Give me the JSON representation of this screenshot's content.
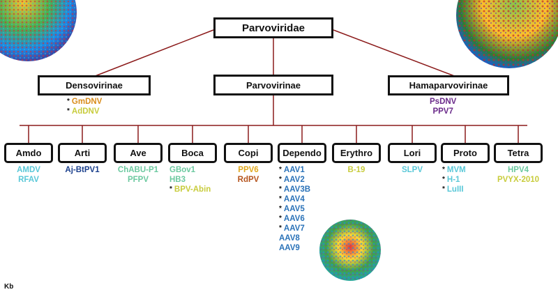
{
  "root": "Parvoviridae",
  "subfamilies": [
    "Densovirinae",
    "Parvovirinae",
    "Hamaparvovirinae"
  ],
  "densovirinae_members": [
    {
      "name": "GmDNV",
      "star": true,
      "color": "#d98c1a"
    },
    {
      "name": "AdDNV",
      "star": true,
      "color": "#c8cc3c"
    }
  ],
  "hamaparvovirinae_members": [
    {
      "name": "PsDNV",
      "star": false,
      "color": "#6a2a8a"
    },
    {
      "name": "PPV7",
      "star": false,
      "color": "#6a2a8a"
    }
  ],
  "genera": [
    {
      "label": "Amdo",
      "members": [
        {
          "name": "AMDV",
          "color": "#5ac8d8"
        },
        {
          "name": "RFAV",
          "color": "#5ac8d8"
        }
      ]
    },
    {
      "label": "Arti",
      "members": [
        {
          "name": "Aj-BtPV1",
          "color": "#1a3f8c"
        }
      ]
    },
    {
      "label": "Ave",
      "members": [
        {
          "name": "ChABU-P1",
          "color": "#6cc9a0"
        },
        {
          "name": "PFPV",
          "color": "#6cc9a0"
        }
      ]
    },
    {
      "label": "Boca",
      "members": [
        {
          "name": "GBov1",
          "color": "#6cc9a0"
        },
        {
          "name": "HB3",
          "color": "#6cc9a0"
        },
        {
          "name": "BPV-Abin",
          "star": true,
          "color": "#c8cc3c"
        }
      ]
    },
    {
      "label": "Copi",
      "members": [
        {
          "name": "PPV6",
          "color": "#e0a81e"
        },
        {
          "name": "RdPV",
          "color": "#b5541e"
        }
      ]
    },
    {
      "label": "Dependo",
      "members": [
        {
          "name": "AAV1",
          "star": true,
          "color": "#2a72b8"
        },
        {
          "name": "AAV2",
          "star": true,
          "color": "#2a72b8"
        },
        {
          "name": "AAV3B",
          "star": true,
          "color": "#2a72b8"
        },
        {
          "name": "AAV4",
          "star": true,
          "color": "#2a72b8"
        },
        {
          "name": "AAV5",
          "star": true,
          "color": "#2a72b8"
        },
        {
          "name": "AAV6",
          "star": true,
          "color": "#2a72b8"
        },
        {
          "name": "AAV7",
          "star": true,
          "color": "#2a72b8"
        },
        {
          "name": "AAV8",
          "star": false,
          "color": "#2a72b8"
        },
        {
          "name": "AAV9",
          "star": false,
          "color": "#2a72b8"
        }
      ]
    },
    {
      "label": "Erythro",
      "members": [
        {
          "name": "B-19",
          "color": "#c8cc3c"
        }
      ]
    },
    {
      "label": "Lori",
      "members": [
        {
          "name": "SLPV",
          "color": "#5ac8d8"
        }
      ]
    },
    {
      "label": "Proto",
      "members": [
        {
          "name": "MVM",
          "star": true,
          "color": "#5ac8d8"
        },
        {
          "name": "H-1",
          "star": true,
          "color": "#5ac8d8"
        },
        {
          "name": "LuIII",
          "star": true,
          "color": "#5ac8d8"
        }
      ]
    },
    {
      "label": "Tetra",
      "members": [
        {
          "name": "HPV4",
          "color": "#6cc9a0"
        },
        {
          "name": "PVYX-2010",
          "color": "#c8cc3c"
        }
      ]
    }
  ],
  "footer_text": "Kb",
  "colors": {
    "connector": "#8b1a1a",
    "box_border": "#111111"
  }
}
